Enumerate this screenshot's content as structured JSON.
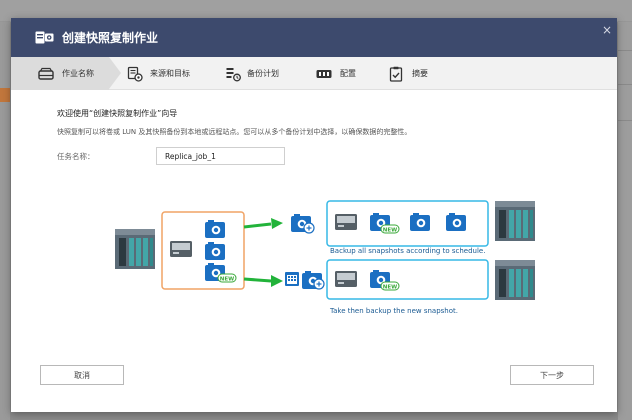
{
  "dialog": {
    "title": "创建快照复制作业",
    "close_symbol": "×"
  },
  "steps": [
    {
      "label": "作业名称",
      "icon": "nas-drive-icon",
      "active": true
    },
    {
      "label": "来源和目标",
      "icon": "source-target-icon",
      "active": false
    },
    {
      "label": "备份计划",
      "icon": "schedule-icon",
      "active": false
    },
    {
      "label": "配置",
      "icon": "config-icon",
      "active": false
    },
    {
      "label": "摘要",
      "icon": "summary-icon",
      "active": false
    }
  ],
  "content": {
    "welcome": "欢迎使用“创建快照复制作业”向导",
    "description": "快照复制可以将卷或 LUN 及其快照备份到本地或远程站点。您可以从多个备份计划中选择，以确保数据的完整性。",
    "task_name_label": "任务名称：",
    "task_name_value": "Replica_job_1"
  },
  "diagram": {
    "caption_top": "Backup all snapshots according to schedule.",
    "caption_bottom": "Take then backup the new snapshot.",
    "new_badge": "NEW"
  },
  "buttons": {
    "cancel": "取消",
    "next": "下一步"
  },
  "colors": {
    "titlebar": "#3d4a6d",
    "accent_blue": "#1b6fc2",
    "arrow_green": "#22b33a",
    "frame_orange": "#f0a365",
    "frame_cyan": "#36b8e6",
    "badge_green": "#3aa83a"
  }
}
